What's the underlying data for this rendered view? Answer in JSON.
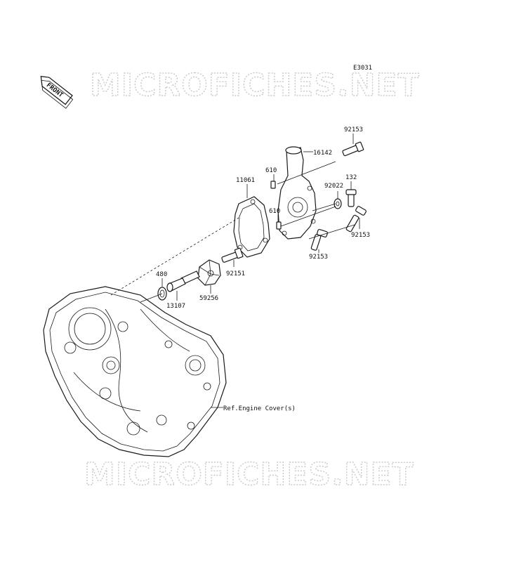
{
  "diagram_code": "E3031",
  "front_badge": "FRONT",
  "watermark": "MICROFICHES.NET",
  "labels": {
    "p92153_top": "92153",
    "p16142": "16142",
    "p610_a": "610",
    "p11061": "11061",
    "p132": "132",
    "p92022": "92022",
    "p610_b": "610",
    "p92153_right": "92153",
    "p92153_bottom": "92153",
    "p480": "480",
    "p92151": "92151",
    "p13107": "13107",
    "p59256": "59256",
    "ref_engine_cover": "Ref.Engine Cover(s)"
  }
}
